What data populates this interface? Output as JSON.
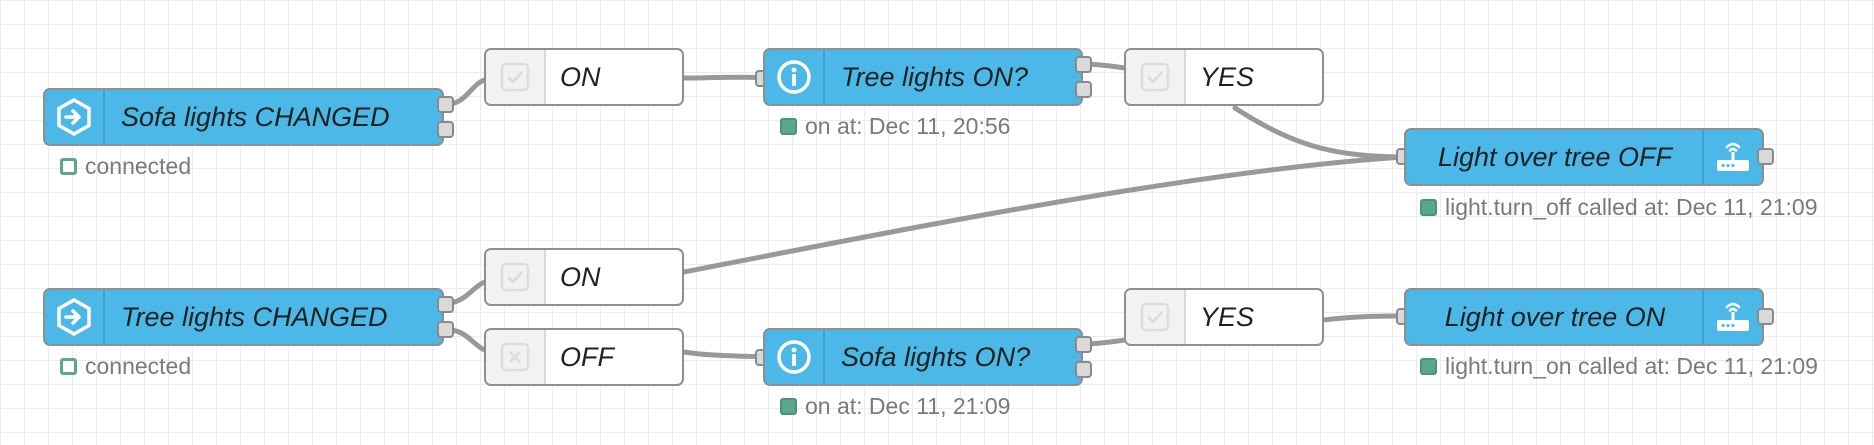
{
  "nodes": {
    "sofa_changed": {
      "label": "Sofa lights CHANGED",
      "icon": "state-changed-arrow-icon"
    },
    "tree_changed": {
      "label": "Tree lights CHANGED",
      "icon": "state-changed-arrow-icon"
    },
    "on_switch_1": {
      "label": "ON",
      "icon": "check-icon"
    },
    "on_switch_2": {
      "label": "ON",
      "icon": "check-icon"
    },
    "off_switch": {
      "label": "OFF",
      "icon": "x-icon"
    },
    "tree_on_check": {
      "label": "Tree lights ON?",
      "icon": "info-icon"
    },
    "sofa_on_check": {
      "label": "Sofa lights ON?",
      "icon": "info-icon"
    },
    "yes_switch_1": {
      "label": "YES",
      "icon": "check-icon"
    },
    "yes_switch_2": {
      "label": "YES",
      "icon": "check-icon"
    },
    "light_off": {
      "label": "Light over tree OFF",
      "icon": "router-icon"
    },
    "light_on": {
      "label": "Light over tree ON",
      "icon": "router-icon"
    }
  },
  "statuses": {
    "sofa_changed": "connected",
    "tree_changed": "connected",
    "tree_on_check": "on at: Dec 11, 20:56",
    "sofa_on_check": "on at: Dec 11, 21:09",
    "light_off": "light.turn_off called at: Dec 11, 21:09",
    "light_on": "light.turn_on called at: Dec 11, 21:09"
  },
  "colors": {
    "node_blue": "#4cb8e8",
    "switch_white": "#ffffff",
    "wire": "#999999",
    "status_green": "#5aa88c",
    "grid": "#ececec"
  }
}
